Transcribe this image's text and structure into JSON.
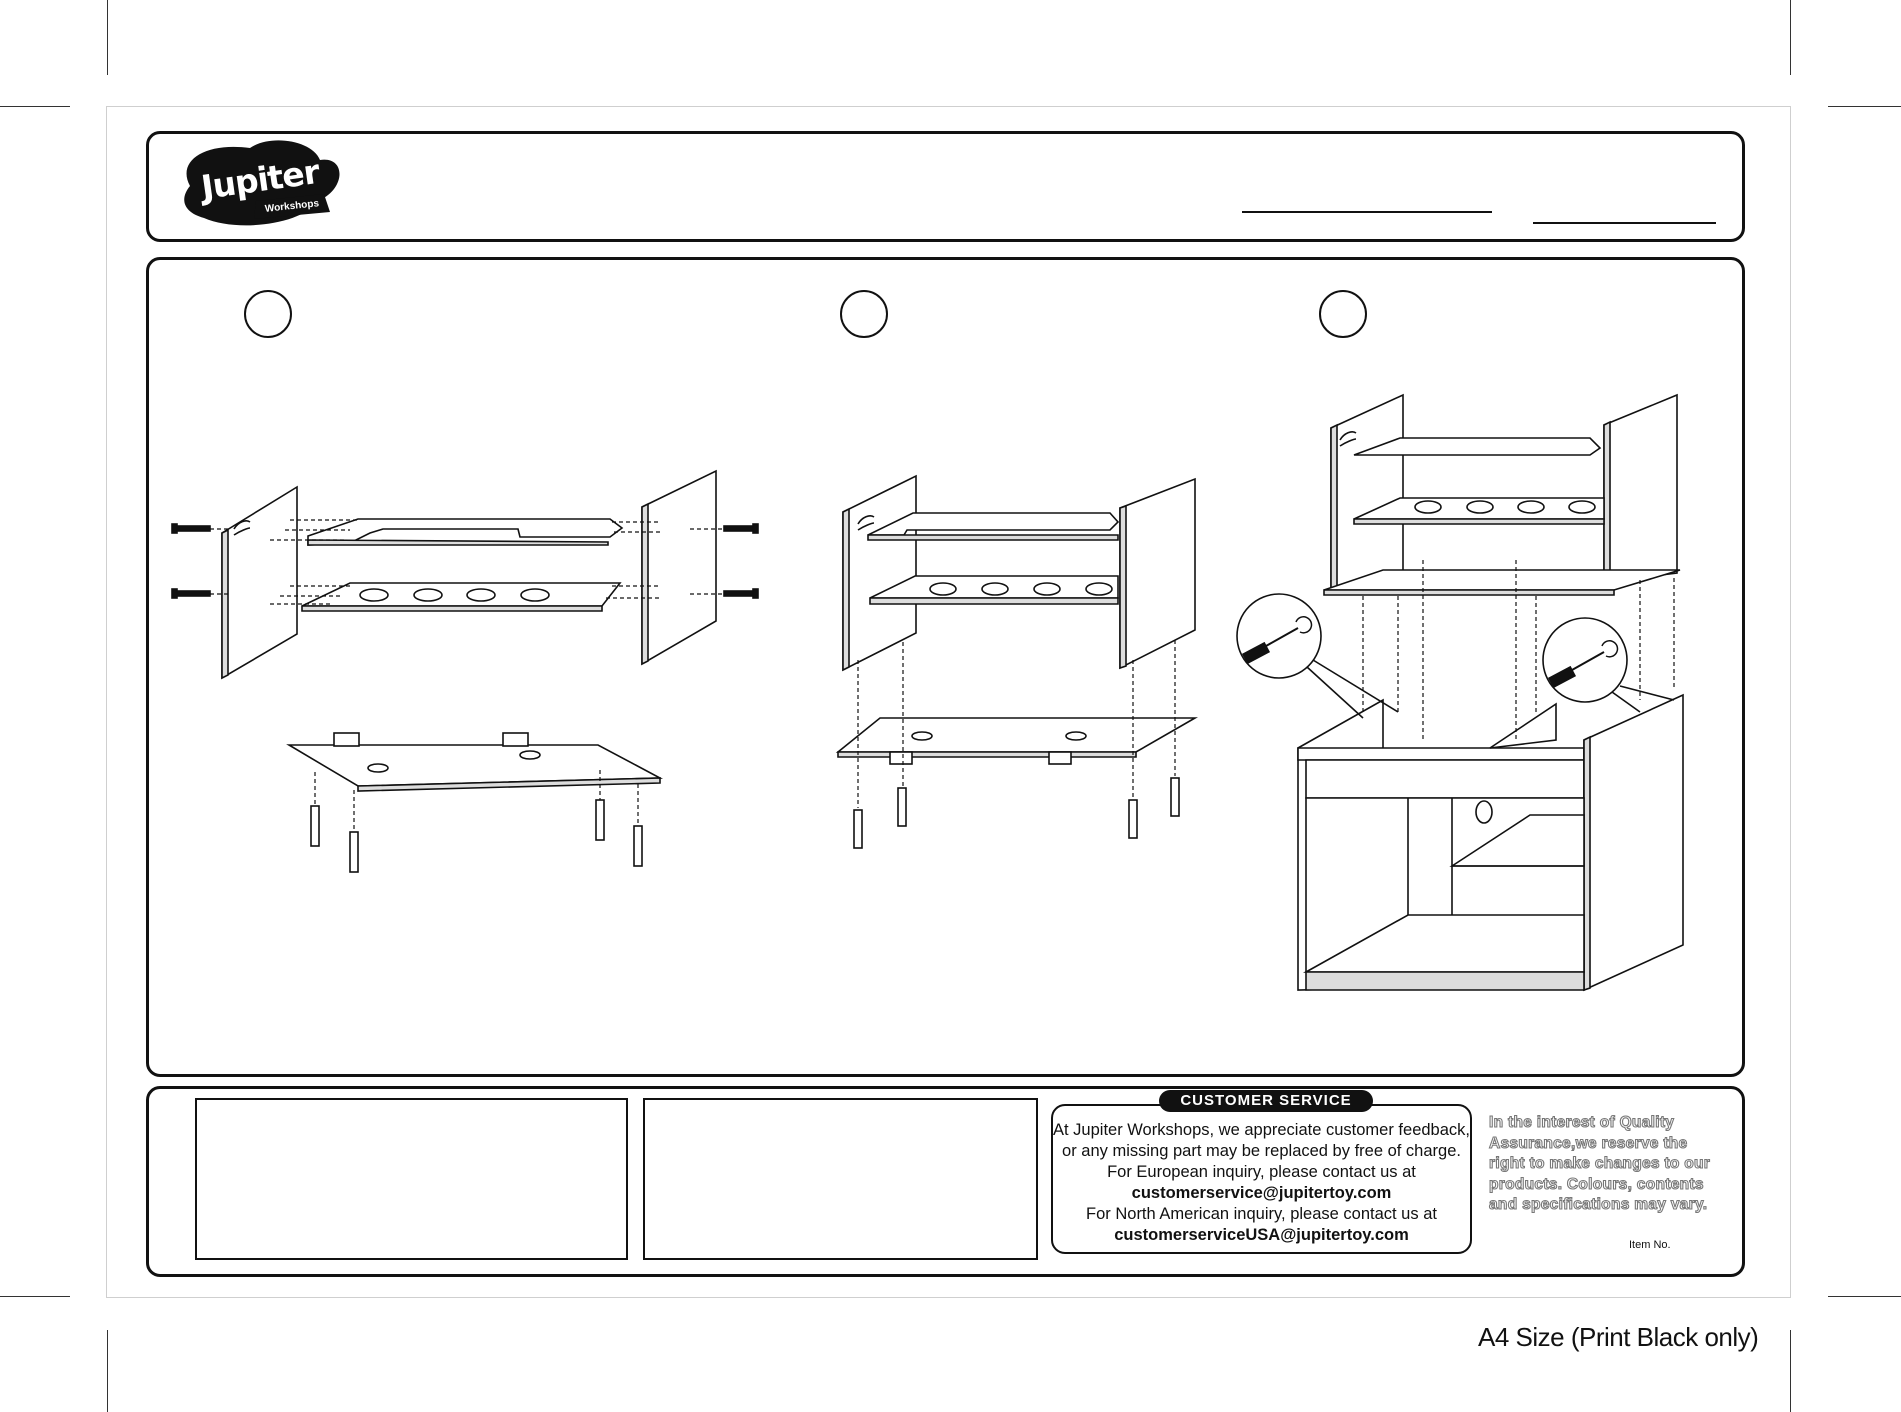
{
  "brand": {
    "logo_word": "Jupiter",
    "logo_sub": "Workshops"
  },
  "icons": [
    "jupiter-logo-icon",
    "screwdriver-icon"
  ],
  "customer_service": {
    "title": "CUSTOMER SERVICE",
    "lines": [
      "At Jupiter Workshops, we appreciate customer feedback,",
      "or any missing part may be replaced by free of charge.",
      "For European inquiry, please contact us at",
      "customerservice@jupitertoy.com",
      "For North American inquiry, please contact us at",
      "customerserviceUSA@jupitertoy.com"
    ]
  },
  "notice": {
    "lines": [
      "In the interest of Quality",
      "Assurance,we reserve the",
      "right to make changes to our",
      "products. Colours, contents",
      "and specifications may vary."
    ]
  },
  "item_label": "Item No.",
  "print_note": "A4 Size (Print Black only)"
}
